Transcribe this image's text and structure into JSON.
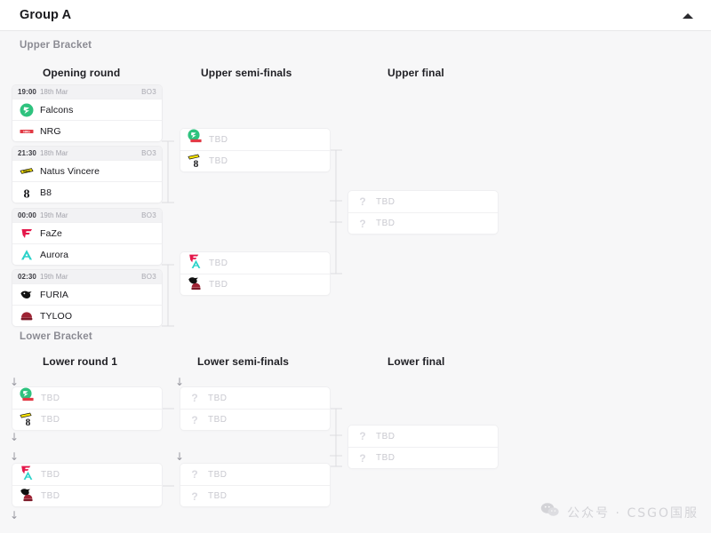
{
  "header": {
    "title": "Group A",
    "collapse_icon": "chevron-up-icon"
  },
  "sections": {
    "upper_label": "Upper Bracket",
    "lower_label": "Lower Bracket"
  },
  "rounds": {
    "opening": "Opening round",
    "upper_semis": "Upper semi-finals",
    "upper_final": "Upper final",
    "lower_r1": "Lower round 1",
    "lower_semis": "Lower semi-finals",
    "lower_final": "Lower final"
  },
  "placeholder": {
    "tbd": "TBD",
    "qmark": "?"
  },
  "upper_bracket": {
    "opening_round": [
      {
        "time": "19:00",
        "date": "18th Mar",
        "format": "BO3",
        "teams": [
          {
            "name": "Falcons",
            "logo": "falcons-logo"
          },
          {
            "name": "NRG",
            "logo": "nrg-logo"
          }
        ]
      },
      {
        "time": "21:30",
        "date": "18th Mar",
        "format": "BO3",
        "teams": [
          {
            "name": "Natus Vincere",
            "logo": "navi-logo"
          },
          {
            "name": "B8",
            "logo": "b8-logo"
          }
        ]
      },
      {
        "time": "00:00",
        "date": "19th Mar",
        "format": "BO3",
        "teams": [
          {
            "name": "FaZe",
            "logo": "faze-logo"
          },
          {
            "name": "Aurora",
            "logo": "aurora-logo"
          }
        ]
      },
      {
        "time": "02:30",
        "date": "19th Mar",
        "format": "BO3",
        "teams": [
          {
            "name": "FURIA",
            "logo": "furia-logo"
          },
          {
            "name": "TYLOO",
            "logo": "tyloo-logo"
          }
        ]
      }
    ],
    "semi_finals": [
      {
        "teams": [
          {
            "name": "TBD",
            "seed_logos": [
              "falcons-logo",
              "nrg-logo"
            ]
          },
          {
            "name": "TBD",
            "seed_logos": [
              "navi-logo",
              "b8-logo"
            ]
          }
        ]
      },
      {
        "teams": [
          {
            "name": "TBD",
            "seed_logos": [
              "faze-logo",
              "aurora-logo"
            ]
          },
          {
            "name": "TBD",
            "seed_logos": [
              "furia-logo",
              "tyloo-logo"
            ]
          }
        ]
      }
    ],
    "final": [
      {
        "teams": [
          {
            "name": "TBD",
            "logo": "question-mark-icon"
          },
          {
            "name": "TBD",
            "logo": "question-mark-icon"
          }
        ]
      }
    ]
  },
  "lower_bracket": {
    "round_1": [
      {
        "teams": [
          {
            "name": "TBD",
            "seed_logos": [
              "falcons-logo",
              "nrg-logo"
            ]
          },
          {
            "name": "TBD",
            "seed_logos": [
              "navi-logo",
              "b8-logo"
            ]
          }
        ]
      },
      {
        "teams": [
          {
            "name": "TBD",
            "seed_logos": [
              "faze-logo",
              "aurora-logo"
            ]
          },
          {
            "name": "TBD",
            "seed_logos": [
              "furia-logo",
              "tyloo-logo"
            ]
          }
        ]
      }
    ],
    "semi_finals": [
      {
        "teams": [
          {
            "name": "TBD",
            "logo": "question-mark-icon"
          },
          {
            "name": "TBD",
            "logo": "question-mark-icon"
          }
        ]
      },
      {
        "teams": [
          {
            "name": "TBD",
            "logo": "question-mark-icon"
          },
          {
            "name": "TBD",
            "logo": "question-mark-icon"
          }
        ]
      }
    ],
    "final": [
      {
        "teams": [
          {
            "name": "TBD",
            "logo": "question-mark-icon"
          },
          {
            "name": "TBD",
            "logo": "question-mark-icon"
          }
        ]
      }
    ]
  },
  "drop_arrow": "↓",
  "watermark": {
    "icon": "wechat-icon",
    "text": "公众号 · CSGO国服"
  },
  "colors": {
    "page_bg": "#f7f7f8",
    "card_bg": "#ffffff",
    "card_head_bg": "#f2f2f4",
    "line": "#dcdce0",
    "tbd_text": "#c9c9d0",
    "falcons": "#2ec27e",
    "nrg": "#e23a45",
    "navi": "#f5e100",
    "b8": "#1b1b1f",
    "faze": "#e4174a",
    "aurora": "#2ad2c9",
    "furia": "#111111",
    "tyloo": "#9e2334"
  }
}
